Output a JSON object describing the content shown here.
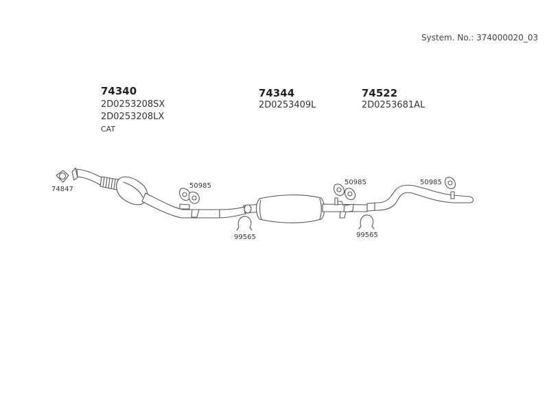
{
  "system_number": "System. No.: 374000020_03",
  "parts": [
    {
      "number": "74340",
      "codes": [
        "2D0253208SX",
        "2D0253208LX"
      ],
      "note": "CAT"
    },
    {
      "number": "74344",
      "codes": [
        "2D0253409L"
      ]
    },
    {
      "number": "74522",
      "codes": [
        "2D0253681AL"
      ]
    }
  ],
  "callouts": {
    "gasket": "74847",
    "hanger_1": "50985",
    "hanger_2": "50985",
    "hanger_3": "50985",
    "clamp_1": "99565",
    "clamp_2": "99565"
  }
}
